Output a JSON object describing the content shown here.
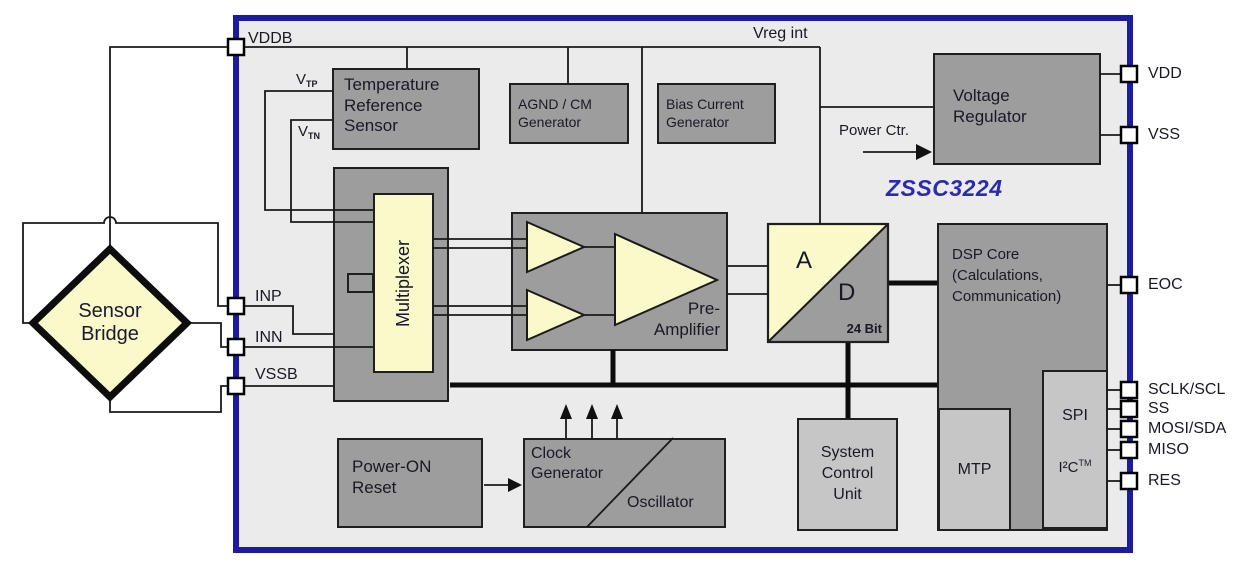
{
  "chip": {
    "part_number": "ZSSC3224",
    "nets": {
      "vddb": "VDDB",
      "vreg_int": "Vreg int",
      "power_ctr": "Power Ctr.",
      "vt_base": "V",
      "vtp_sub": "TP",
      "vtn_sub": "TN"
    },
    "pins_left": [
      {
        "name": "VDDB"
      },
      {
        "name": "INP"
      },
      {
        "name": "INN"
      },
      {
        "name": "VSSB"
      }
    ],
    "pins_right": [
      {
        "name": "VDD"
      },
      {
        "name": "VSS"
      },
      {
        "name": "EOC"
      },
      {
        "name": "SCLK/SCL"
      },
      {
        "name": "SS"
      },
      {
        "name": "MOSI/SDA"
      },
      {
        "name": "MISO"
      },
      {
        "name": "RES"
      }
    ],
    "blocks": {
      "temp_sensor": "Temperature\nReference\nSensor",
      "agnd_cm": "AGND / CM\nGenerator",
      "bias_current": "Bias Current\nGenerator",
      "voltage_regulator": "Voltage\nRegulator",
      "multiplexer": "Multiplexer",
      "pre_amplifier": "Pre-\nAmplifier",
      "adc_a": "A",
      "adc_d": "D",
      "adc_bits": "24 Bit",
      "dsp_core": "DSP Core\n(Calculations,\nCommunication)",
      "power_on_reset": "Power-ON\nReset",
      "clock_generator": "Clock\nGenerator",
      "oscillator": "Oscillator",
      "system_control_unit": "System\nControl\nUnit",
      "mtp": "MTP",
      "spi": "SPI",
      "i2c_base": "I²C",
      "i2c_sup": "TM"
    }
  },
  "external": {
    "sensor_bridge": "Sensor\nBridge"
  },
  "colors": {
    "chip_border": "#1c1c9c",
    "chip_fill": "#ebebeb",
    "block_fill": "#9d9d9d",
    "block_fill_light": "#c6c6c6",
    "highlight_fill": "#f9f9ca",
    "wire": "#1a1a1a",
    "part_number_text": "#2b2bb0",
    "label_text": "#191926",
    "pin_fill": "#ffffff"
  }
}
